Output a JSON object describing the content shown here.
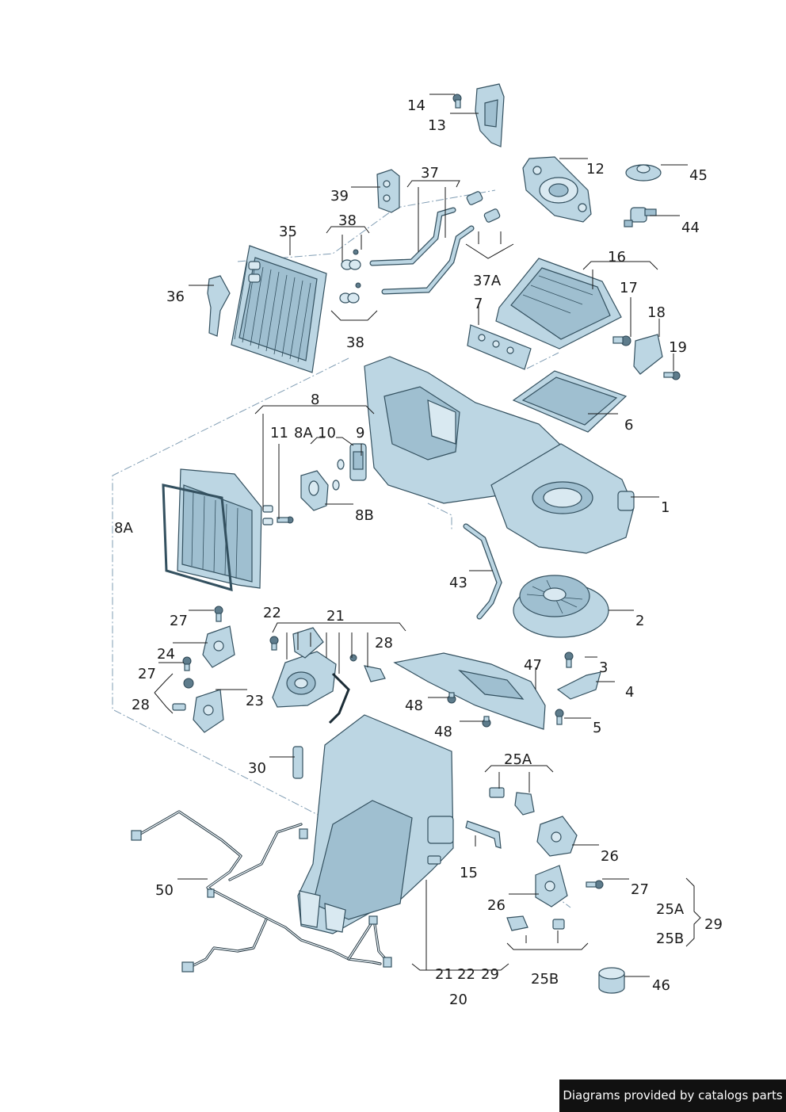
{
  "labels": {
    "p1": "1",
    "p2": "2",
    "p3": "3",
    "p4": "4",
    "p5": "5",
    "p6": "6",
    "p7": "7",
    "p8": "8",
    "p8a_left": "8A",
    "p8a_top": "8A",
    "p8b": "8B",
    "p9": "9",
    "p10": "10",
    "p11": "11",
    "p12": "12",
    "p13": "13",
    "p14": "14",
    "p15": "15",
    "p16": "16",
    "p17": "17",
    "p18": "18",
    "p19": "19",
    "p20": "20",
    "p21_top": "21",
    "p21_bottom": "21",
    "p22_top": "22",
    "p22_bottom": "22",
    "p23": "23",
    "p24": "24",
    "p25a_top": "25A",
    "p25a_right": "25A",
    "p25b_bottom": "25B",
    "p25b_right": "25B",
    "p26_top": "26",
    "p26_bottom": "26",
    "p27_a": "27",
    "p27_b": "27",
    "p27_c": "27",
    "p28_left": "28",
    "p28_mid": "28",
    "p29_bottom": "29",
    "p29_right": "29",
    "p30": "30",
    "p35": "35",
    "p36": "36",
    "p37": "37",
    "p37a": "37A",
    "p38_top": "38",
    "p38_bottom": "38",
    "p39": "39",
    "p43": "43",
    "p44": "44",
    "p45": "45",
    "p46": "46",
    "p47": "47",
    "p48_a": "48",
    "p48_b": "48",
    "p50": "50"
  },
  "footer": {
    "credit": "Diagrams provided by catalogs parts"
  },
  "colors": {
    "part_fill": "#bcd6e3",
    "outline": "#33505f",
    "dash": "#7f9cb3",
    "footer_bg": "#111111"
  }
}
